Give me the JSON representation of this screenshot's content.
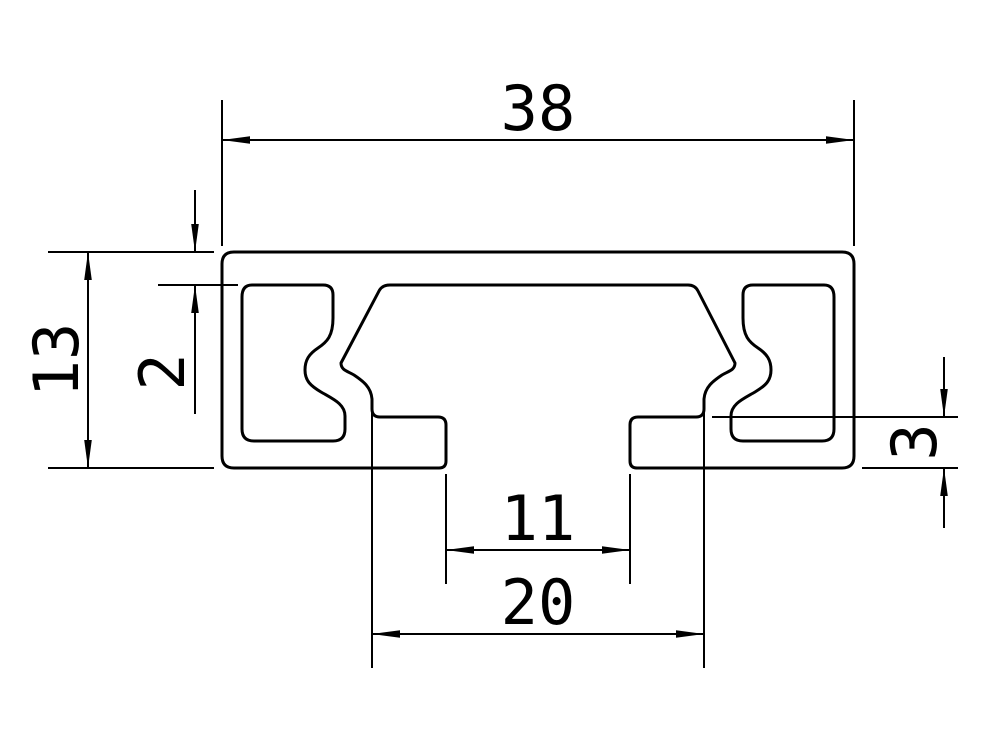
{
  "page": {
    "background_color": "#ffffff",
    "line_color": "#000000"
  },
  "drawing": {
    "type": "technical-cross-section",
    "dimensions": {
      "overall_width": "38",
      "overall_height": "13",
      "top_wall_thickness": "2",
      "bottom_wall_thickness": "3",
      "slot_opening_width": "11",
      "slot_inner_width": "20"
    }
  }
}
